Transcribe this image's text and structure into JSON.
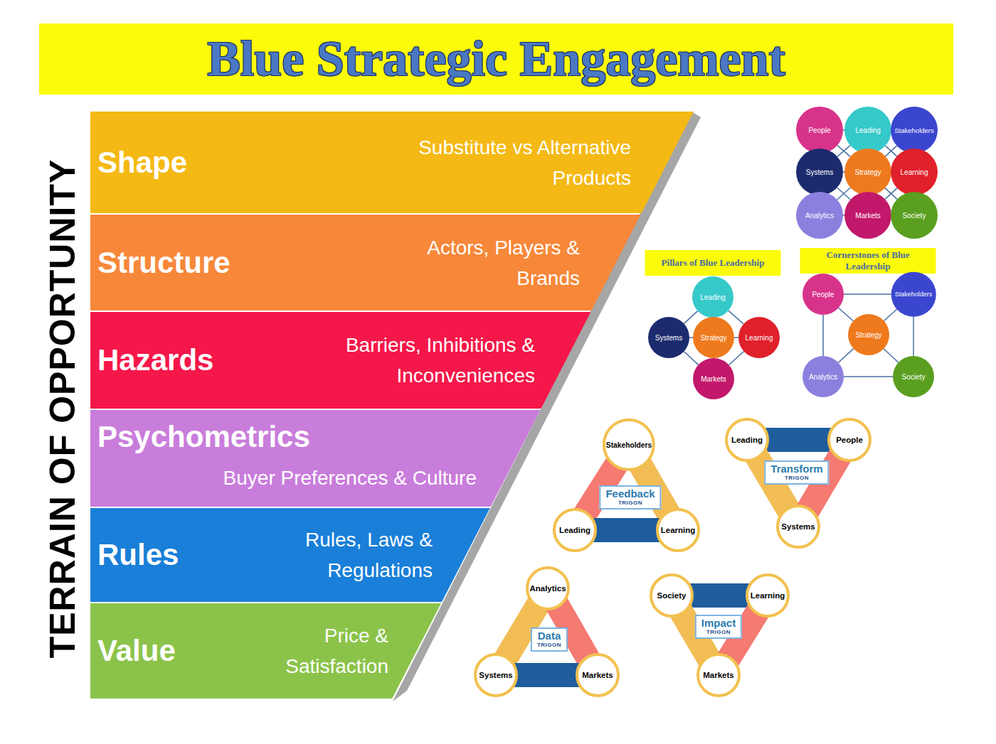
{
  "diagram": {
    "title": "Blue Strategic Engagement",
    "nodes": [
      {
        "text": [
          "Shape",
          "Substitute vs Alternative Products"
        ]
      },
      {
        "text": [
          "Structure",
          "Actors, Players & Brands"
        ]
      },
      {
        "text": [
          "Hazards",
          "Barriers, Inhibitions & Inconveniences"
        ]
      },
      {
        "text": [
          "Psychometrics",
          "Buyer Preferences & Culture"
        ]
      },
      {
        "text": [
          "Rules",
          "Rules, Laws & Regulations"
        ]
      },
      {
        "text": [
          "Value",
          "Price & Satisfaction"
        ]
      },
      {
        "text": [
          "People"
        ]
      },
      {
        "text": [
          "Leading"
        ]
      },
      {
        "text": [
          "Stakeholders"
        ]
      },
      {
        "text": [
          "Systems"
        ]
      },
      {
        "text": [
          "Strategy"
        ]
      },
      {
        "text": [
          "Learning"
        ]
      },
      {
        "text": [
          "Analytics"
        ]
      },
      {
        "text": [
          "Markets"
        ]
      },
      {
        "text": [
          "Society"
        ]
      },
      {
        "text": [
          "Pillars of Blue Leadership"
        ]
      },
      {
        "text": [
          "Leading"
        ]
      },
      {
        "text": [
          "Systems"
        ]
      },
      {
        "text": [
          "Strategy"
        ]
      },
      {
        "text": [
          "Learning"
        ]
      },
      {
        "text": [
          "Markets"
        ]
      },
      {
        "text": [
          "Cornerstones of Blue Leadership"
        ]
      },
      {
        "text": [
          "People"
        ]
      },
      {
        "text": [
          "Stakeholders"
        ]
      },
      {
        "text": [
          "Strategy"
        ]
      },
      {
        "text": [
          "Analytics"
        ]
      },
      {
        "text": [
          "Society"
        ]
      },
      {
        "text": [
          "Stakeholders"
        ]
      },
      {
        "text": [
          "Feedback",
          "TRIGON"
        ]
      },
      {
        "text": [
          "Leading"
        ]
      },
      {
        "text": [
          "Learning"
        ]
      },
      {
        "text": [
          "Leading"
        ]
      },
      {
        "text": [
          "People"
        ]
      },
      {
        "text": [
          "Transform",
          "TRIGON"
        ]
      },
      {
        "text": [
          "Systems"
        ]
      },
      {
        "text": [
          "Analytics"
        ]
      },
      {
        "text": [
          "Data",
          "TRIGON"
        ]
      },
      {
        "text": [
          "Systems"
        ]
      },
      {
        "text": [
          "Markets"
        ]
      },
      {
        "text": [
          "Society"
        ]
      },
      {
        "text": [
          "Learning"
        ]
      },
      {
        "text": [
          "Impact",
          "TRIGON"
        ]
      },
      {
        "text": [
          "Markets"
        ]
      }
    ],
    "edges": [
      {
        "from": 6,
        "to": 7,
        "arrow": "none"
      },
      {
        "from": 7,
        "to": 8,
        "arrow": "none"
      },
      {
        "from": 9,
        "to": 10,
        "arrow": "none"
      },
      {
        "from": 10,
        "to": 11,
        "arrow": "none"
      },
      {
        "from": 12,
        "to": 13,
        "arrow": "none"
      },
      {
        "from": 13,
        "to": 14,
        "arrow": "none"
      },
      {
        "from": 6,
        "to": 9,
        "arrow": "none"
      },
      {
        "from": 9,
        "to": 12,
        "arrow": "none"
      },
      {
        "from": 7,
        "to": 10,
        "arrow": "none"
      },
      {
        "from": 10,
        "to": 13,
        "arrow": "none"
      },
      {
        "from": 8,
        "to": 11,
        "arrow": "none"
      },
      {
        "from": 11,
        "to": 14,
        "arrow": "none"
      },
      {
        "from": 6,
        "to": 10,
        "arrow": "none"
      },
      {
        "from": 7,
        "to": 9,
        "arrow": "none"
      },
      {
        "from": 7,
        "to": 11,
        "arrow": "none"
      },
      {
        "from": 8,
        "to": 10,
        "arrow": "none"
      },
      {
        "from": 9,
        "to": 13,
        "arrow": "none"
      },
      {
        "from": 10,
        "to": 12,
        "arrow": "none"
      },
      {
        "from": 10,
        "to": 14,
        "arrow": "none"
      },
      {
        "from": 11,
        "to": 13,
        "arrow": "none"
      },
      {
        "from": 16,
        "to": 17,
        "arrow": "none"
      },
      {
        "from": 16,
        "to": 19,
        "arrow": "none"
      },
      {
        "from": 17,
        "to": 20,
        "arrow": "none"
      },
      {
        "from": 19,
        "to": 20,
        "arrow": "none"
      },
      {
        "from": 16,
        "to": 18,
        "arrow": "none"
      },
      {
        "from": 17,
        "to": 18,
        "arrow": "none"
      },
      {
        "from": 18,
        "to": 19,
        "arrow": "none"
      },
      {
        "from": 18,
        "to": 20,
        "arrow": "none"
      },
      {
        "from": 22,
        "to": 23,
        "arrow": "none"
      },
      {
        "from": 22,
        "to": 25,
        "arrow": "none"
      },
      {
        "from": 23,
        "to": 26,
        "arrow": "none"
      },
      {
        "from": 25,
        "to": 26,
        "arrow": "none"
      },
      {
        "from": 22,
        "to": 24,
        "arrow": "none"
      },
      {
        "from": 23,
        "to": 24,
        "arrow": "none"
      },
      {
        "from": 24,
        "to": 25,
        "arrow": "none"
      },
      {
        "from": 24,
        "to": 26,
        "arrow": "none"
      }
    ],
    "labels": [
      "TERRAIN OF OPPORTUNITY"
    ]
  }
}
